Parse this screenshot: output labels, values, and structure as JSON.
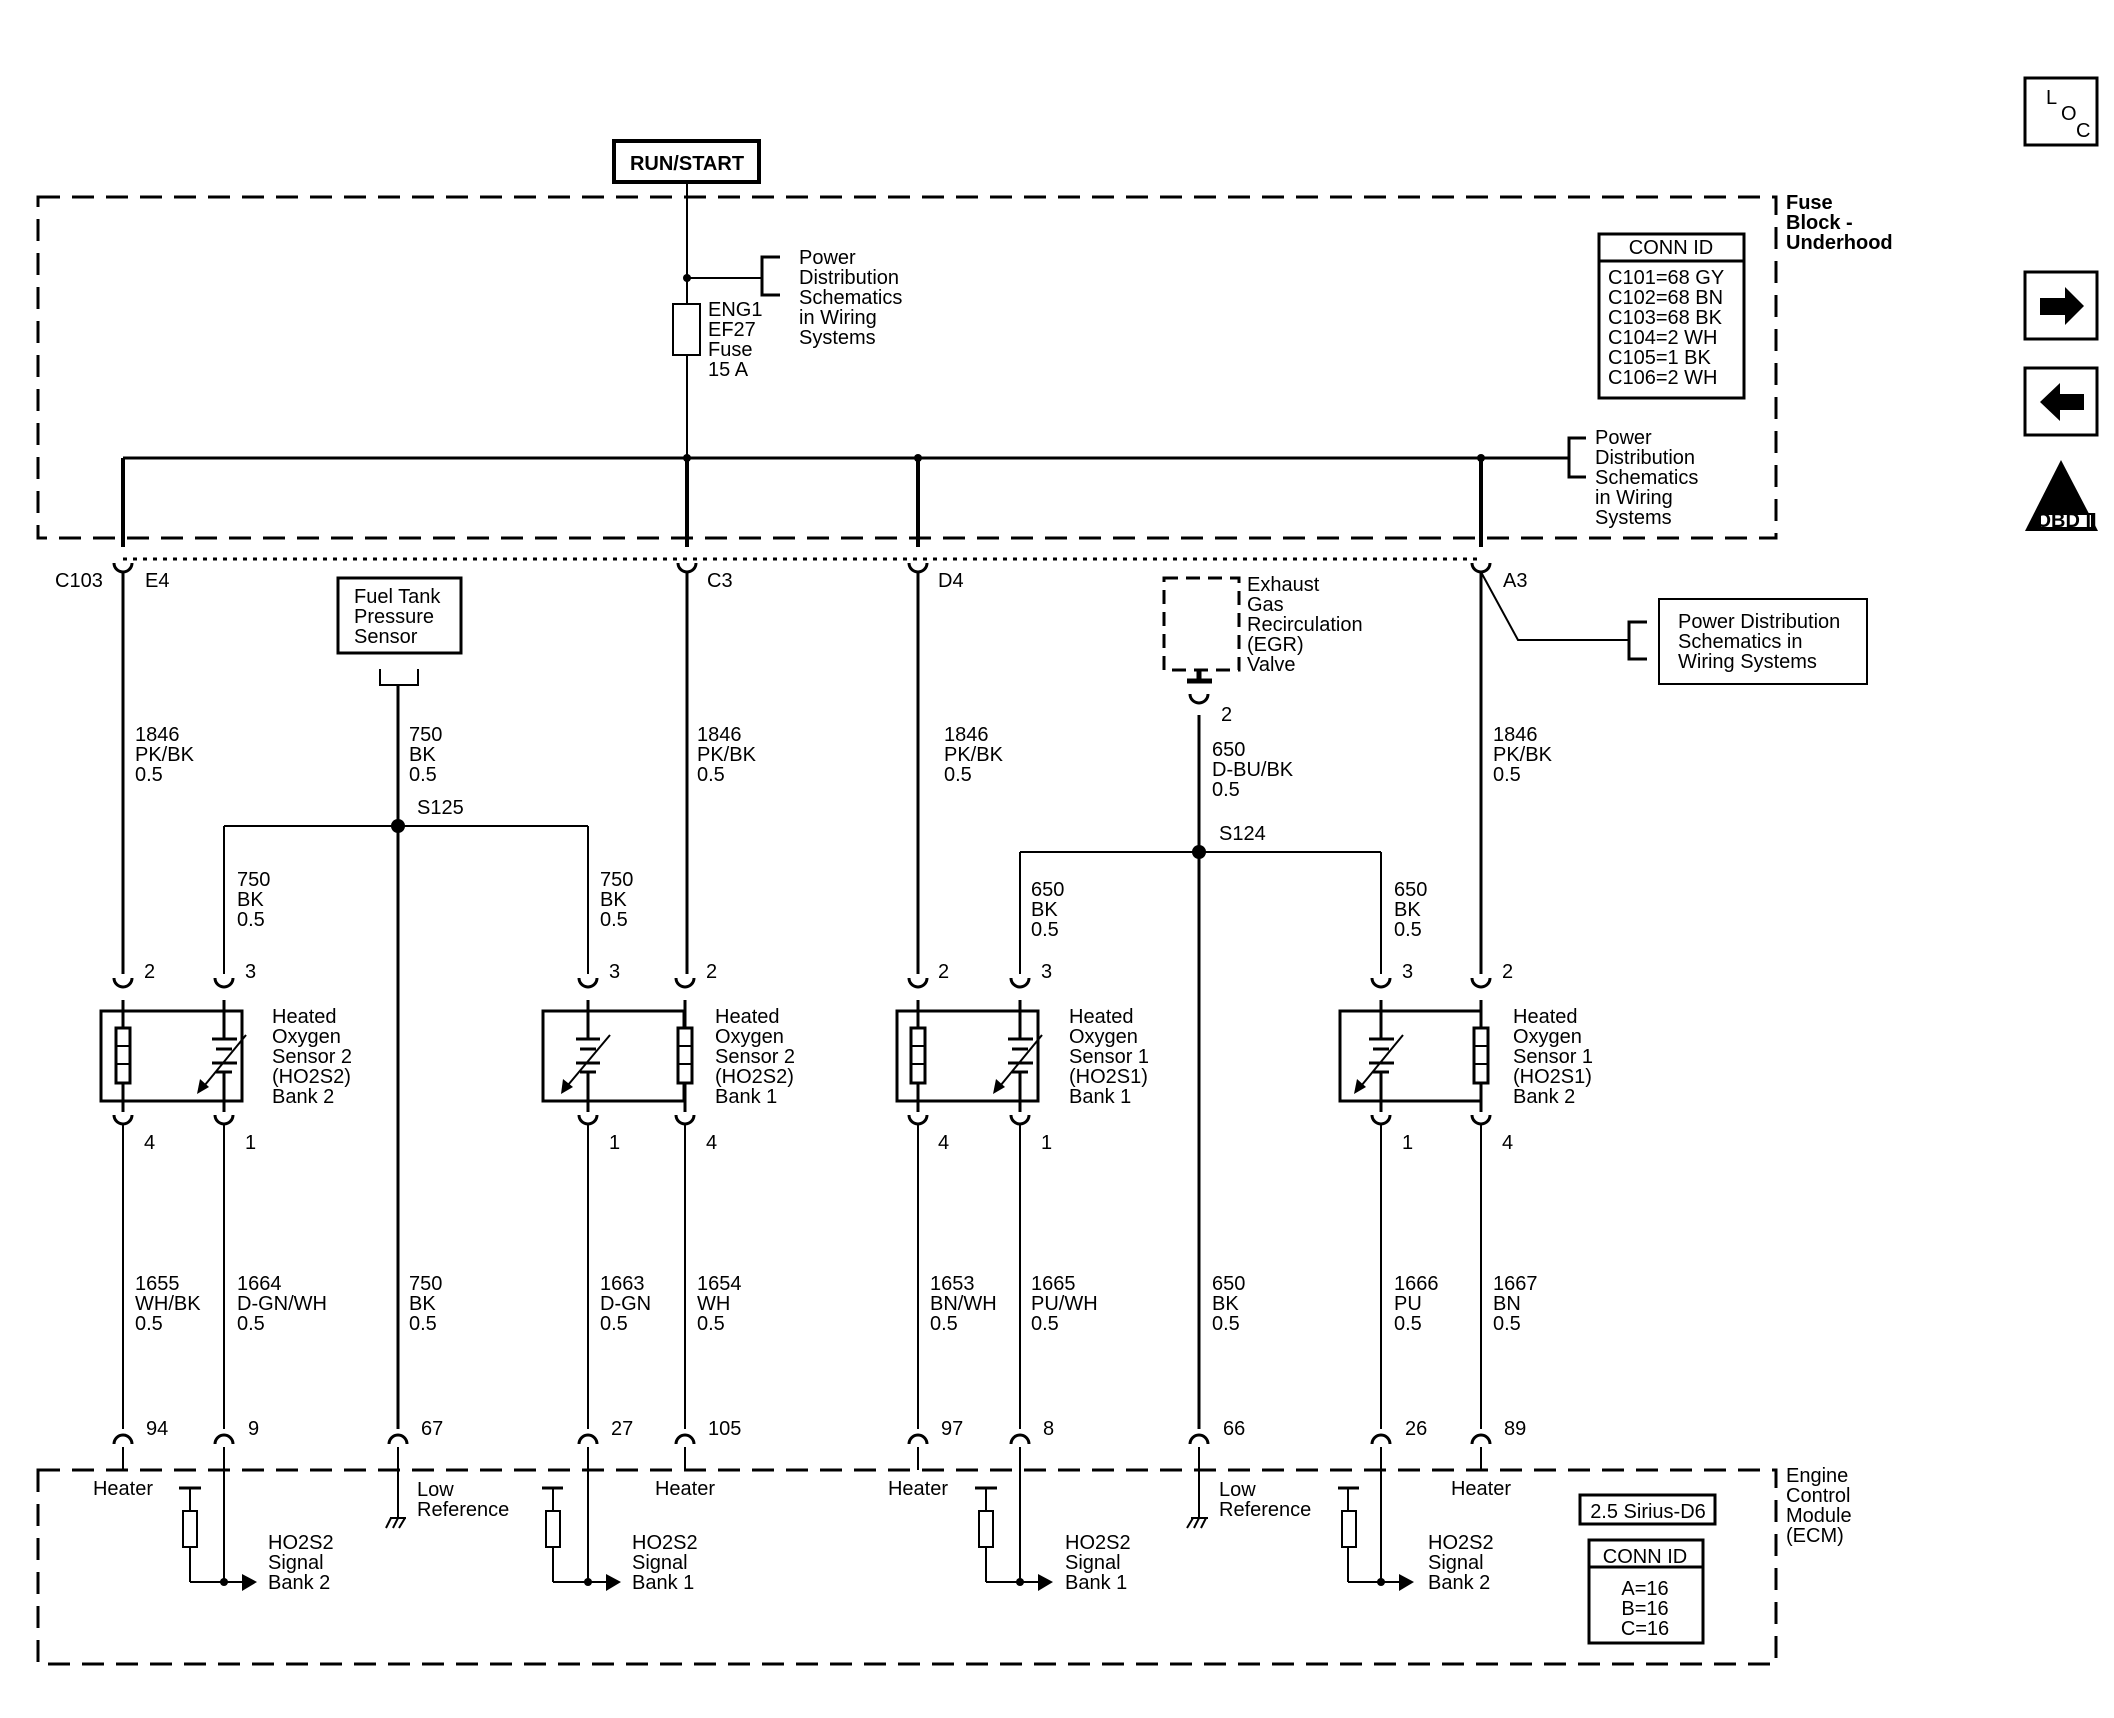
{
  "power_source": "RUN/START",
  "fuse_block": {
    "title_lines": [
      "Fuse",
      "Block -",
      "Underhood"
    ],
    "fuse_label_lines": [
      "ENG1",
      "EF27",
      "Fuse",
      "15 A"
    ],
    "pd_ref_top_lines": [
      "Power",
      "Distribution",
      "Schematics",
      "in Wiring",
      "Systems"
    ],
    "pd_ref_right_lines": [
      "Power",
      "Distribution",
      "Schematics",
      "in Wiring",
      "Systems"
    ],
    "conn_id_header": "CONN ID",
    "conn_id_rows": [
      "C101=68 GY",
      "C102=68 BN",
      "C103=68 BK",
      "C104=2 WH",
      "C105=1 BK",
      "C106=2 WH"
    ],
    "connector_name": "C103",
    "pins": [
      "E4",
      "C3",
      "D4",
      "A3"
    ]
  },
  "nav": {
    "loc_l": "L",
    "loc_o": "O",
    "loc_c": "C",
    "next_icon": "right-arrow-icon",
    "prev_icon": "left-arrow-icon",
    "obd_numeral": "II",
    "obd_label": "OBD II"
  },
  "fuel_tank_sensor_lines": [
    "Fuel Tank",
    "Pressure",
    "Sensor"
  ],
  "egr_lines": [
    "Exhaust",
    "Gas",
    "Recirculation",
    "(EGR)",
    "Valve"
  ],
  "egr_pin": "2",
  "pd_box_lines": [
    "Power Distribution",
    "Schematics in",
    "Wiring Systems"
  ],
  "splices": [
    "S125",
    "S124"
  ],
  "feed_wires": [
    [
      "1846",
      "PK/BK",
      "0.5"
    ],
    [
      "750",
      "BK",
      "0.5"
    ],
    [
      "1846",
      "PK/BK",
      "0.5"
    ],
    [
      "1846",
      "PK/BK",
      "0.5"
    ],
    [
      "650",
      "D-BU/BK",
      "0.5"
    ],
    [
      "1846",
      "PK/BK",
      "0.5"
    ]
  ],
  "branch_wires": [
    [
      "750",
      "BK",
      "0.5"
    ],
    [
      "750",
      "BK",
      "0.5"
    ],
    [
      "650",
      "BK",
      "0.5"
    ],
    [
      "650",
      "BK",
      "0.5"
    ]
  ],
  "sensors": [
    {
      "lines": [
        "Heated",
        "Oxygen",
        "Sensor 2",
        "(HO2S2)",
        "Bank 2"
      ],
      "top_pins": [
        "2",
        "3"
      ],
      "bottom_pins": [
        "4",
        "1"
      ]
    },
    {
      "lines": [
        "Heated",
        "Oxygen",
        "Sensor 2",
        "(HO2S2)",
        "Bank 1"
      ],
      "top_pins": [
        "3",
        "2"
      ],
      "bottom_pins": [
        "1",
        "4"
      ]
    },
    {
      "lines": [
        "Heated",
        "Oxygen",
        "Sensor 1",
        "(HO2S1)",
        "Bank 1"
      ],
      "top_pins": [
        "2",
        "3"
      ],
      "bottom_pins": [
        "4",
        "1"
      ]
    },
    {
      "lines": [
        "Heated",
        "Oxygen",
        "Sensor 1",
        "(HO2S1)",
        "Bank 2"
      ],
      "top_pins": [
        "3",
        "2"
      ],
      "bottom_pins": [
        "1",
        "4"
      ]
    }
  ],
  "lower_wires": [
    [
      "1655",
      "WH/BK",
      "0.5"
    ],
    [
      "1664",
      "D-GN/WH",
      "0.5"
    ],
    [
      "750",
      "BK",
      "0.5"
    ],
    [
      "1663",
      "D-GN",
      "0.5"
    ],
    [
      "1654",
      "WH",
      "0.5"
    ],
    [
      "1653",
      "BN/WH",
      "0.5"
    ],
    [
      "1665",
      "PU/WH",
      "0.5"
    ],
    [
      "650",
      "BK",
      "0.5"
    ],
    [
      "1666",
      "PU",
      "0.5"
    ],
    [
      "1667",
      "BN",
      "0.5"
    ]
  ],
  "ecm_pins": [
    "94",
    "9",
    "67",
    "27",
    "105",
    "97",
    "8",
    "66",
    "26",
    "89"
  ],
  "ecm": {
    "title_lines": [
      "Engine",
      "Control",
      "Module",
      "(ECM)"
    ],
    "engine_tag": "2.5 Sirius-D6",
    "conn_id_header": "CONN ID",
    "conn_id_rows": [
      "A=16",
      "B=16",
      "C=16"
    ],
    "heater": "Heater",
    "low_ref_lines": [
      "Low",
      "Reference"
    ],
    "signals": [
      [
        "HO2S2",
        "Signal",
        "Bank 2"
      ],
      [
        "HO2S2",
        "Signal",
        "Bank 1"
      ],
      [
        "HO2S2",
        "Signal",
        "Bank 1"
      ],
      [
        "HO2S2",
        "Signal",
        "Bank 2"
      ]
    ]
  }
}
